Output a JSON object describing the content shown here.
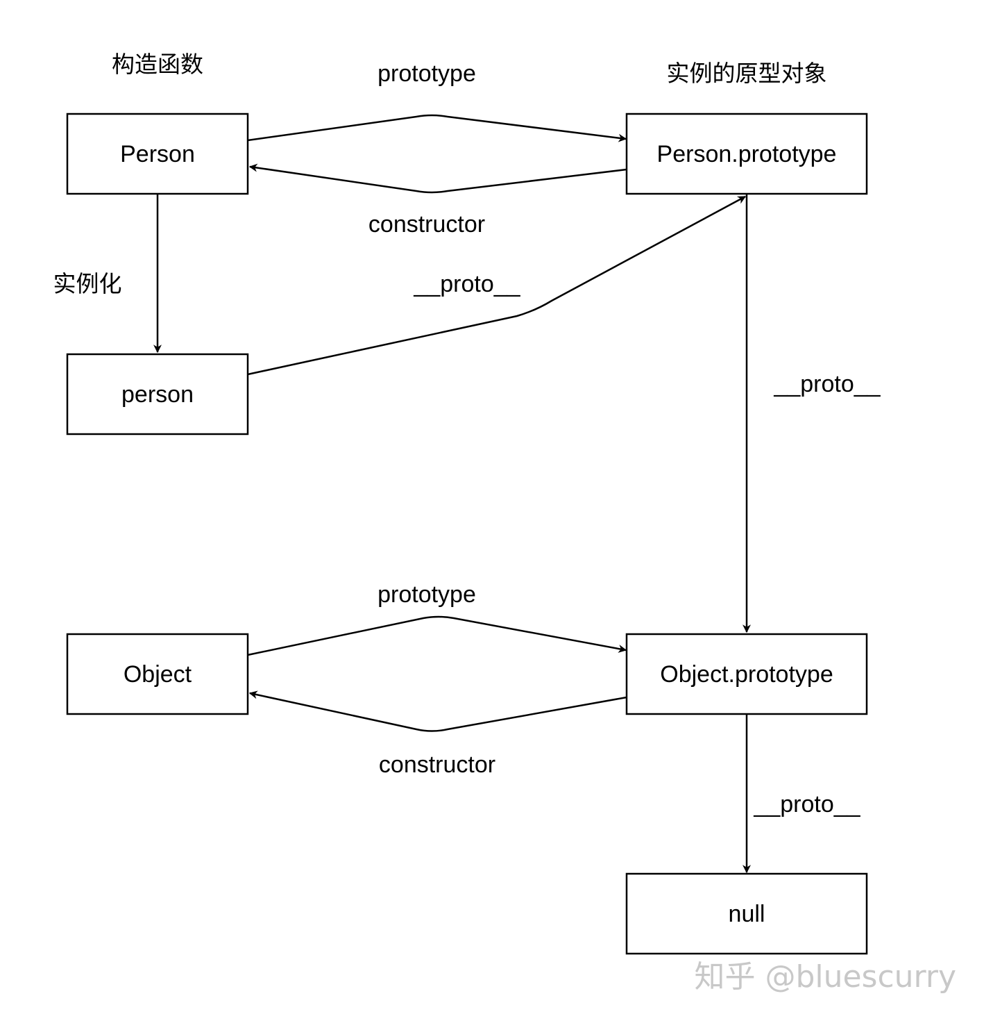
{
  "headings": {
    "constructor": "构造函数",
    "instance_prototype": "实例的原型对象",
    "instantiate": "实例化"
  },
  "nodes": {
    "person_ctor": "Person",
    "person_prototype": "Person.prototype",
    "person_instance": "person",
    "object_ctor": "Object",
    "object_prototype": "Object.prototype",
    "null": "null"
  },
  "edges": {
    "person_prototype_link": "prototype",
    "person_constructor_link": "constructor",
    "instance_proto_link": "__proto__",
    "person_prototype_proto_link": "__proto__",
    "object_prototype_link": "prototype",
    "object_constructor_link": "constructor",
    "object_prototype_proto_link": "__proto__"
  },
  "watermark": "知乎 @bluescurry"
}
